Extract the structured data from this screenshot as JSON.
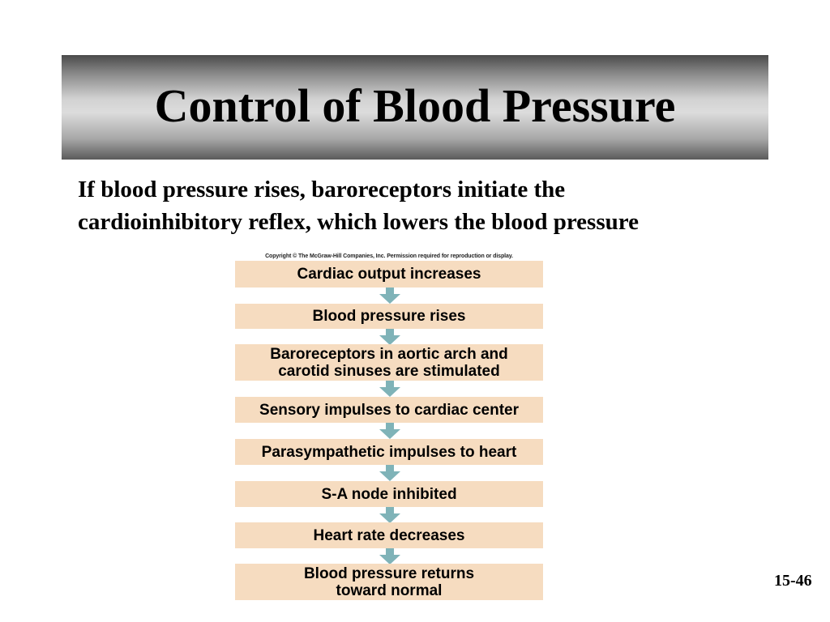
{
  "slide": {
    "title": "Control of Blood Pressure",
    "intro_line1": "If blood pressure rises, baroreceptors initiate the",
    "intro_line2": "cardioinhibitory reflex, which lowers the blood pressure",
    "slide_number": "15-46"
  },
  "figure": {
    "copyright": "Copyright © The McGraw-Hill Companies, Inc. Permission required for reproduction or display.",
    "steps": [
      {
        "line1": "Cardiac output increases",
        "line2": ""
      },
      {
        "line1": "Blood pressure rises",
        "line2": ""
      },
      {
        "line1": "Baroreceptors in aortic arch and",
        "line2": "carotid sinuses are stimulated"
      },
      {
        "line1": "Sensory impulses to cardiac center",
        "line2": ""
      },
      {
        "line1": "Parasympathetic impulses to heart",
        "line2": ""
      },
      {
        "line1": "S-A node inhibited",
        "line2": ""
      },
      {
        "line1": "Heart rate decreases",
        "line2": ""
      },
      {
        "line1": "Blood pressure returns",
        "line2": "toward normal"
      }
    ],
    "colors": {
      "box_fill": "#f6dcc0",
      "arrow_fill": "#7fb3b8"
    }
  }
}
